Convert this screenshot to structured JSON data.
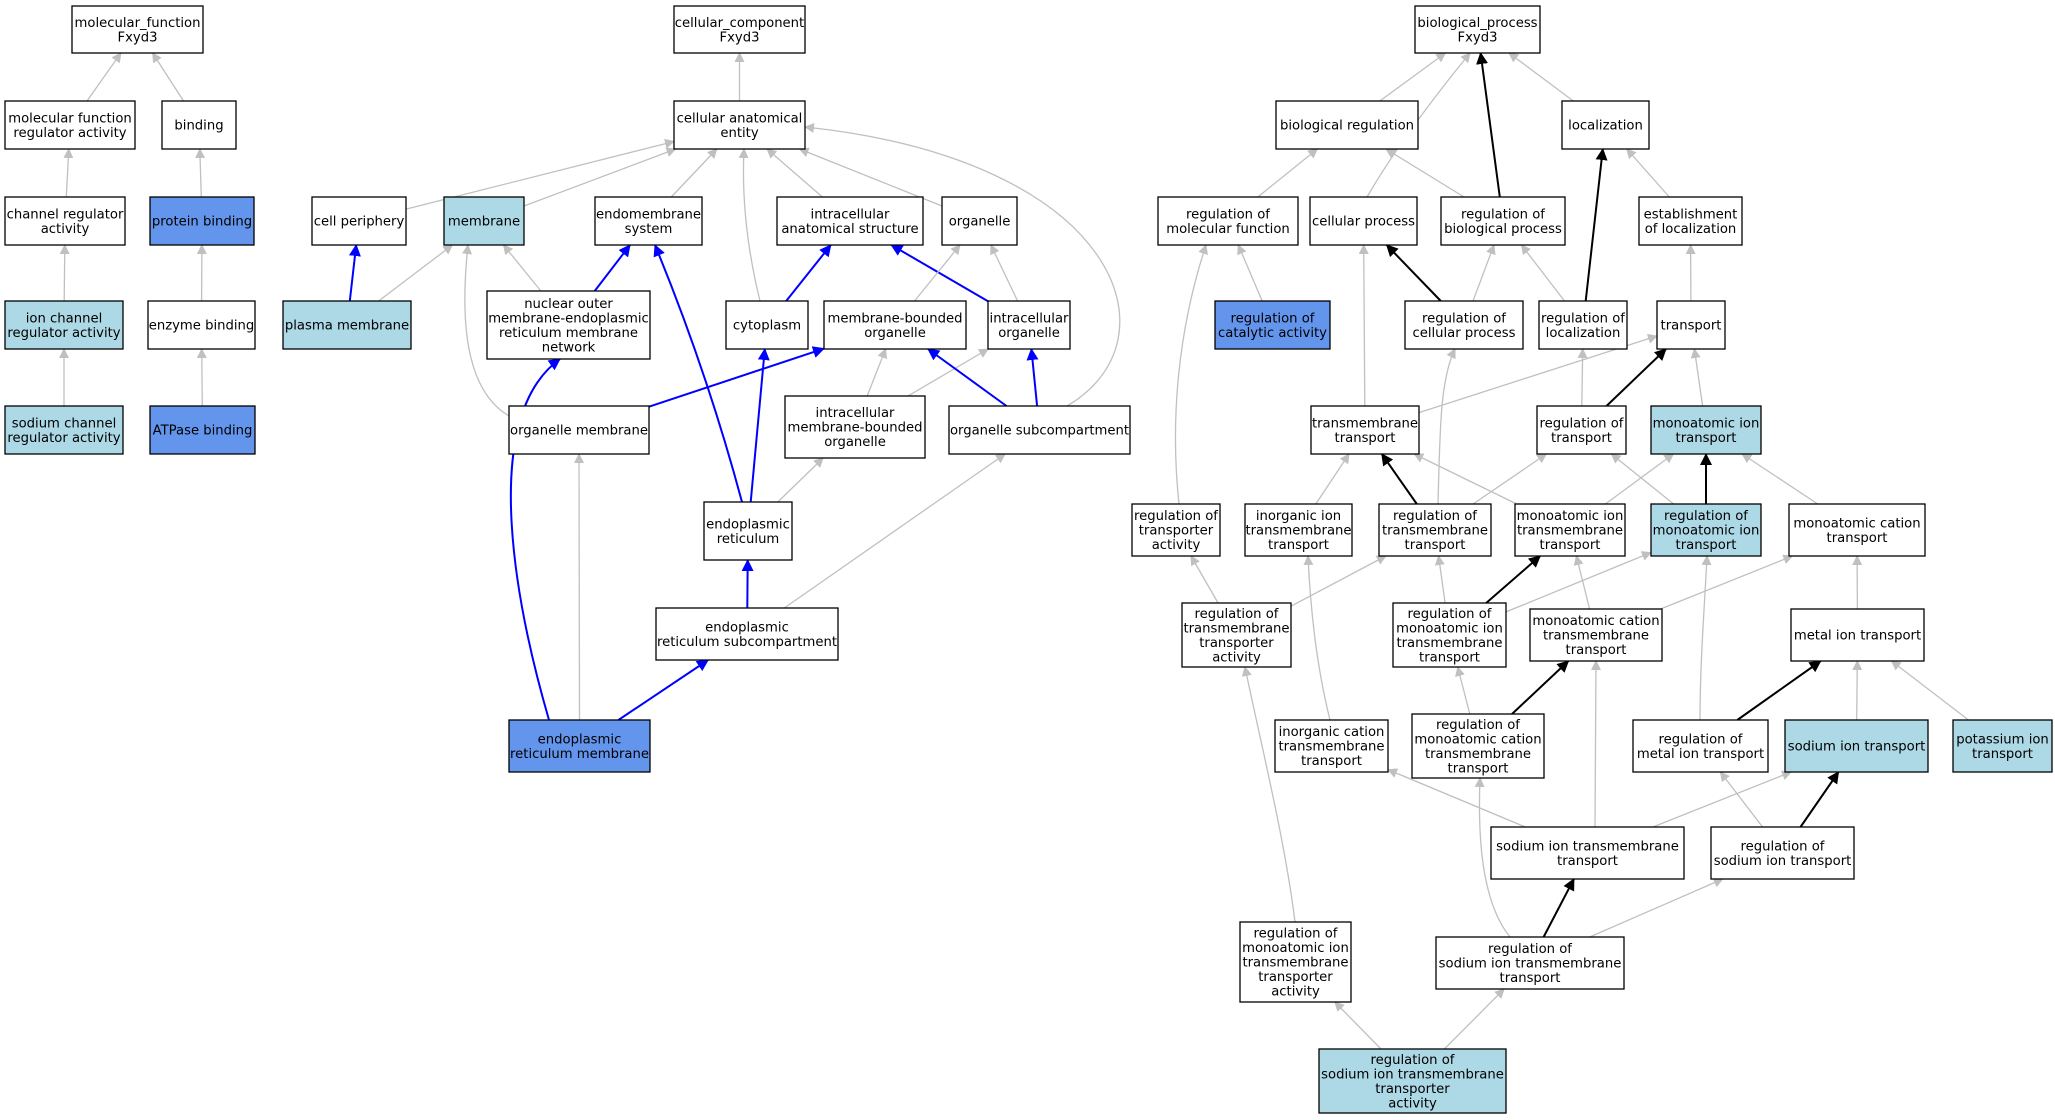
{
  "colors": {
    "plain": "#ffffff",
    "light": "#add8e6",
    "dark": "#6495ed",
    "edge_gray": "#c0c0c0",
    "edge_black": "#000000",
    "edge_blue": "#0000ff"
  },
  "nodes": {
    "mf_root": {
      "lines": [
        "molecular_function",
        "Fxyd3"
      ],
      "fill": "plain"
    },
    "mf_reg": {
      "lines": [
        "molecular function",
        "regulator activity"
      ],
      "fill": "plain"
    },
    "binding": {
      "lines": [
        "binding"
      ],
      "fill": "plain"
    },
    "chan_reg": {
      "lines": [
        "channel regulator",
        "activity"
      ],
      "fill": "plain"
    },
    "protein_binding": {
      "lines": [
        "protein binding"
      ],
      "fill": "dark"
    },
    "ion_chan_reg": {
      "lines": [
        "ion channel",
        "regulator activity"
      ],
      "fill": "light"
    },
    "enzyme_binding": {
      "lines": [
        "enzyme binding"
      ],
      "fill": "plain"
    },
    "sod_chan_reg": {
      "lines": [
        "sodium channel",
        "regulator activity"
      ],
      "fill": "light"
    },
    "atpase_binding": {
      "lines": [
        "ATPase binding"
      ],
      "fill": "dark"
    },
    "cc_root": {
      "lines": [
        "cellular_component",
        "Fxyd3"
      ],
      "fill": "plain"
    },
    "cae": {
      "lines": [
        "cellular anatomical",
        "entity"
      ],
      "fill": "plain"
    },
    "cell_periphery": {
      "lines": [
        "cell periphery"
      ],
      "fill": "plain"
    },
    "membrane": {
      "lines": [
        "membrane"
      ],
      "fill": "light"
    },
    "endomembrane": {
      "lines": [
        "endomembrane",
        "system"
      ],
      "fill": "plain"
    },
    "ias": {
      "lines": [
        "intracellular",
        "anatomical structure"
      ],
      "fill": "plain"
    },
    "organelle": {
      "lines": [
        "organelle"
      ],
      "fill": "plain"
    },
    "plasma_membrane": {
      "lines": [
        "plasma membrane"
      ],
      "fill": "light"
    },
    "nuclear_outer": {
      "lines": [
        "nuclear outer",
        "membrane-endoplasmic",
        "reticulum membrane",
        "network"
      ],
      "fill": "plain"
    },
    "cytoplasm": {
      "lines": [
        "cytoplasm"
      ],
      "fill": "plain"
    },
    "mbo": {
      "lines": [
        "membrane-bounded",
        "organelle"
      ],
      "fill": "plain"
    },
    "intra_org": {
      "lines": [
        "intracellular",
        "organelle"
      ],
      "fill": "plain"
    },
    "org_membrane": {
      "lines": [
        "organelle membrane"
      ],
      "fill": "plain"
    },
    "imbo": {
      "lines": [
        "intracellular",
        "membrane-bounded",
        "organelle"
      ],
      "fill": "plain"
    },
    "org_subcomp": {
      "lines": [
        "organelle subcompartment"
      ],
      "fill": "plain"
    },
    "er": {
      "lines": [
        "endoplasmic",
        "reticulum"
      ],
      "fill": "plain"
    },
    "er_subcomp": {
      "lines": [
        "endoplasmic",
        "reticulum subcompartment"
      ],
      "fill": "plain"
    },
    "er_membrane": {
      "lines": [
        "endoplasmic",
        "reticulum membrane"
      ],
      "fill": "dark"
    },
    "bp_root": {
      "lines": [
        "biological_process",
        "Fxyd3"
      ],
      "fill": "plain"
    },
    "bio_reg": {
      "lines": [
        "biological regulation"
      ],
      "fill": "plain"
    },
    "localization": {
      "lines": [
        "localization"
      ],
      "fill": "plain"
    },
    "reg_mol_func": {
      "lines": [
        "regulation of",
        "molecular function"
      ],
      "fill": "plain"
    },
    "cellular_process": {
      "lines": [
        "cellular process"
      ],
      "fill": "plain"
    },
    "reg_bio_proc": {
      "lines": [
        "regulation of",
        "biological process"
      ],
      "fill": "plain"
    },
    "estab_loc": {
      "lines": [
        "establishment",
        "of localization"
      ],
      "fill": "plain"
    },
    "reg_cat": {
      "lines": [
        "regulation of",
        "catalytic activity"
      ],
      "fill": "dark"
    },
    "reg_cell_proc": {
      "lines": [
        "regulation of",
        "cellular process"
      ],
      "fill": "plain"
    },
    "reg_loc": {
      "lines": [
        "regulation of",
        "localization"
      ],
      "fill": "plain"
    },
    "transport": {
      "lines": [
        "transport"
      ],
      "fill": "plain"
    },
    "tm_transport": {
      "lines": [
        "transmembrane",
        "transport"
      ],
      "fill": "plain"
    },
    "reg_transport": {
      "lines": [
        "regulation of",
        "transport"
      ],
      "fill": "plain"
    },
    "mono_ion_transport": {
      "lines": [
        "monoatomic ion",
        "transport"
      ],
      "fill": "light"
    },
    "reg_transporter_act": {
      "lines": [
        "regulation of",
        "transporter",
        "activity"
      ],
      "fill": "plain"
    },
    "inorg_ion_tm": {
      "lines": [
        "inorganic ion",
        "transmembrane",
        "transport"
      ],
      "fill": "plain"
    },
    "reg_tm_transport": {
      "lines": [
        "regulation of",
        "transmembrane",
        "transport"
      ],
      "fill": "plain"
    },
    "mono_ion_tm": {
      "lines": [
        "monoatomic ion",
        "transmembrane",
        "transport"
      ],
      "fill": "plain"
    },
    "reg_mono_ion_transport": {
      "lines": [
        "regulation of",
        "monoatomic ion",
        "transport"
      ],
      "fill": "light"
    },
    "mono_cation_transport": {
      "lines": [
        "monoatomic cation",
        "transport"
      ],
      "fill": "plain"
    },
    "reg_tm_transporter_act": {
      "lines": [
        "regulation of",
        "transmembrane",
        "transporter",
        "activity"
      ],
      "fill": "plain"
    },
    "reg_mono_ion_tm": {
      "lines": [
        "regulation of",
        "monoatomic ion",
        "transmembrane",
        "transport"
      ],
      "fill": "plain"
    },
    "mono_cation_tm": {
      "lines": [
        "monoatomic cation",
        "transmembrane",
        "transport"
      ],
      "fill": "plain"
    },
    "metal_ion_transport": {
      "lines": [
        "metal ion transport"
      ],
      "fill": "plain"
    },
    "inorg_cation_tm": {
      "lines": [
        "inorganic cation",
        "transmembrane",
        "transport"
      ],
      "fill": "plain"
    },
    "reg_mono_cation_tm": {
      "lines": [
        "regulation of",
        "monoatomic cation",
        "transmembrane",
        "transport"
      ],
      "fill": "plain"
    },
    "reg_metal_ion_transport": {
      "lines": [
        "regulation of",
        "metal ion transport"
      ],
      "fill": "plain"
    },
    "sodium_ion_transport": {
      "lines": [
        "sodium ion transport"
      ],
      "fill": "light"
    },
    "potassium_ion_transport": {
      "lines": [
        "potassium ion",
        "transport"
      ],
      "fill": "light"
    },
    "sodium_ion_tm": {
      "lines": [
        "sodium ion transmembrane",
        "transport"
      ],
      "fill": "plain"
    },
    "reg_sodium_ion_transport": {
      "lines": [
        "regulation of",
        "sodium ion transport"
      ],
      "fill": "plain"
    },
    "reg_mono_ion_tm_transporter_act": {
      "lines": [
        "regulation of",
        "monoatomic ion",
        "transmembrane",
        "transporter",
        "activity"
      ],
      "fill": "plain"
    },
    "reg_sodium_ion_tm": {
      "lines": [
        "regulation of",
        "sodium ion transmembrane",
        "transport"
      ],
      "fill": "plain"
    },
    "reg_sodium_ion_tm_transporter_act": {
      "lines": [
        "regulation of",
        "sodium ion transmembrane",
        "transporter",
        "activity"
      ],
      "fill": "light"
    }
  },
  "edges": [
    [
      "mf_reg",
      "mf_root",
      "gray"
    ],
    [
      "binding",
      "mf_root",
      "gray"
    ],
    [
      "chan_reg",
      "mf_reg",
      "gray"
    ],
    [
      "protein_binding",
      "binding",
      "gray"
    ],
    [
      "ion_chan_reg",
      "chan_reg",
      "gray"
    ],
    [
      "enzyme_binding",
      "protein_binding",
      "gray"
    ],
    [
      "sod_chan_reg",
      "ion_chan_reg",
      "gray"
    ],
    [
      "atpase_binding",
      "enzyme_binding",
      "gray"
    ],
    [
      "cae",
      "cc_root",
      "gray"
    ],
    [
      "cell_periphery",
      "cae",
      "gray"
    ],
    [
      "membrane",
      "cae",
      "gray"
    ],
    [
      "endomembrane",
      "cae",
      "gray"
    ],
    [
      "ias",
      "cae",
      "gray"
    ],
    [
      "organelle",
      "cae",
      "gray"
    ],
    [
      "cytoplasm",
      "cae",
      "gray"
    ],
    [
      "org_subcomp",
      "cae",
      "gray"
    ],
    [
      "plasma_membrane",
      "cell_periphery",
      "blue"
    ],
    [
      "plasma_membrane",
      "membrane",
      "gray"
    ],
    [
      "nuclear_outer",
      "membrane",
      "gray"
    ],
    [
      "nuclear_outer",
      "endomembrane",
      "blue"
    ],
    [
      "org_membrane",
      "membrane",
      "gray"
    ],
    [
      "cytoplasm",
      "ias",
      "blue"
    ],
    [
      "intra_org",
      "ias",
      "blue"
    ],
    [
      "mbo",
      "organelle",
      "gray"
    ],
    [
      "intra_org",
      "organelle",
      "gray"
    ],
    [
      "org_membrane",
      "mbo",
      "blue"
    ],
    [
      "imbo",
      "mbo",
      "gray"
    ],
    [
      "imbo",
      "intra_org",
      "gray"
    ],
    [
      "org_subcomp",
      "mbo",
      "blue"
    ],
    [
      "org_subcomp",
      "intra_org",
      "blue"
    ],
    [
      "er",
      "imbo",
      "gray"
    ],
    [
      "er",
      "cytoplasm",
      "blue"
    ],
    [
      "er",
      "endomembrane",
      "blue"
    ],
    [
      "er_subcomp",
      "er",
      "blue"
    ],
    [
      "er_subcomp",
      "org_subcomp",
      "gray"
    ],
    [
      "er_membrane",
      "er_subcomp",
      "blue"
    ],
    [
      "er_membrane",
      "nuclear_outer",
      "blue"
    ],
    [
      "er_membrane",
      "org_membrane",
      "gray"
    ],
    [
      "bio_reg",
      "bp_root",
      "gray"
    ],
    [
      "localization",
      "bp_root",
      "gray"
    ],
    [
      "cellular_process",
      "bp_root",
      "gray"
    ],
    [
      "reg_bio_proc",
      "bp_root",
      "black"
    ],
    [
      "reg_mol_func",
      "bio_reg",
      "gray"
    ],
    [
      "reg_bio_proc",
      "bio_reg",
      "gray"
    ],
    [
      "estab_loc",
      "localization",
      "gray"
    ],
    [
      "reg_loc",
      "localization",
      "black"
    ],
    [
      "reg_cat",
      "reg_mol_func",
      "gray"
    ],
    [
      "reg_transporter_act",
      "reg_mol_func",
      "gray"
    ],
    [
      "reg_cell_proc",
      "cellular_process",
      "black"
    ],
    [
      "tm_transport",
      "cellular_process",
      "gray"
    ],
    [
      "reg_cell_proc",
      "reg_bio_proc",
      "gray"
    ],
    [
      "reg_loc",
      "reg_bio_proc",
      "gray"
    ],
    [
      "transport",
      "estab_loc",
      "gray"
    ],
    [
      "reg_tm_transport",
      "reg_cell_proc",
      "gray"
    ],
    [
      "reg_transport",
      "reg_loc",
      "gray"
    ],
    [
      "tm_transport",
      "transport",
      "gray"
    ],
    [
      "reg_transport",
      "transport",
      "black"
    ],
    [
      "mono_ion_transport",
      "transport",
      "gray"
    ],
    [
      "reg_tm_transport",
      "tm_transport",
      "black"
    ],
    [
      "inorg_ion_tm",
      "tm_transport",
      "gray"
    ],
    [
      "mono_ion_tm",
      "tm_transport",
      "gray"
    ],
    [
      "reg_tm_transport",
      "reg_transport",
      "gray"
    ],
    [
      "reg_mono_ion_transport",
      "reg_transport",
      "gray"
    ],
    [
      "reg_mono_ion_transport",
      "mono_ion_transport",
      "black"
    ],
    [
      "mono_ion_tm",
      "mono_ion_transport",
      "gray"
    ],
    [
      "mono_cation_transport",
      "mono_ion_transport",
      "gray"
    ],
    [
      "reg_tm_transporter_act",
      "reg_transporter_act",
      "gray"
    ],
    [
      "reg_tm_transporter_act",
      "reg_tm_transport",
      "gray"
    ],
    [
      "reg_mono_ion_tm",
      "reg_tm_transport",
      "gray"
    ],
    [
      "reg_mono_ion_tm",
      "mono_ion_tm",
      "black"
    ],
    [
      "reg_mono_ion_tm",
      "reg_mono_ion_transport",
      "gray"
    ],
    [
      "mono_cation_tm",
      "mono_ion_tm",
      "gray"
    ],
    [
      "mono_cation_tm",
      "mono_cation_transport",
      "gray"
    ],
    [
      "metal_ion_transport",
      "mono_cation_transport",
      "gray"
    ],
    [
      "inorg_cation_tm",
      "inorg_ion_tm",
      "gray"
    ],
    [
      "reg_mono_cation_tm",
      "reg_mono_ion_tm",
      "gray"
    ],
    [
      "reg_mono_cation_tm",
      "mono_cation_tm",
      "black"
    ],
    [
      "reg_metal_ion_transport",
      "reg_mono_ion_transport",
      "gray"
    ],
    [
      "reg_metal_ion_transport",
      "metal_ion_transport",
      "black"
    ],
    [
      "sodium_ion_transport",
      "metal_ion_transport",
      "gray"
    ],
    [
      "potassium_ion_transport",
      "metal_ion_transport",
      "gray"
    ],
    [
      "sodium_ion_tm",
      "inorg_cation_tm",
      "gray"
    ],
    [
      "sodium_ion_tm",
      "mono_cation_tm",
      "gray"
    ],
    [
      "sodium_ion_tm",
      "sodium_ion_transport",
      "gray"
    ],
    [
      "reg_sodium_ion_transport",
      "reg_metal_ion_transport",
      "gray"
    ],
    [
      "reg_sodium_ion_transport",
      "sodium_ion_transport",
      "black"
    ],
    [
      "reg_mono_ion_tm_transporter_act",
      "reg_tm_transporter_act",
      "gray"
    ],
    [
      "reg_sodium_ion_tm",
      "reg_mono_cation_tm",
      "gray"
    ],
    [
      "reg_sodium_ion_tm",
      "sodium_ion_tm",
      "black"
    ],
    [
      "reg_sodium_ion_tm",
      "reg_sodium_ion_transport",
      "gray"
    ],
    [
      "reg_sodium_ion_tm_transporter_act",
      "reg_mono_ion_tm_transporter_act",
      "gray"
    ],
    [
      "reg_sodium_ion_tm_transporter_act",
      "reg_sodium_ion_tm",
      "gray"
    ]
  ]
}
